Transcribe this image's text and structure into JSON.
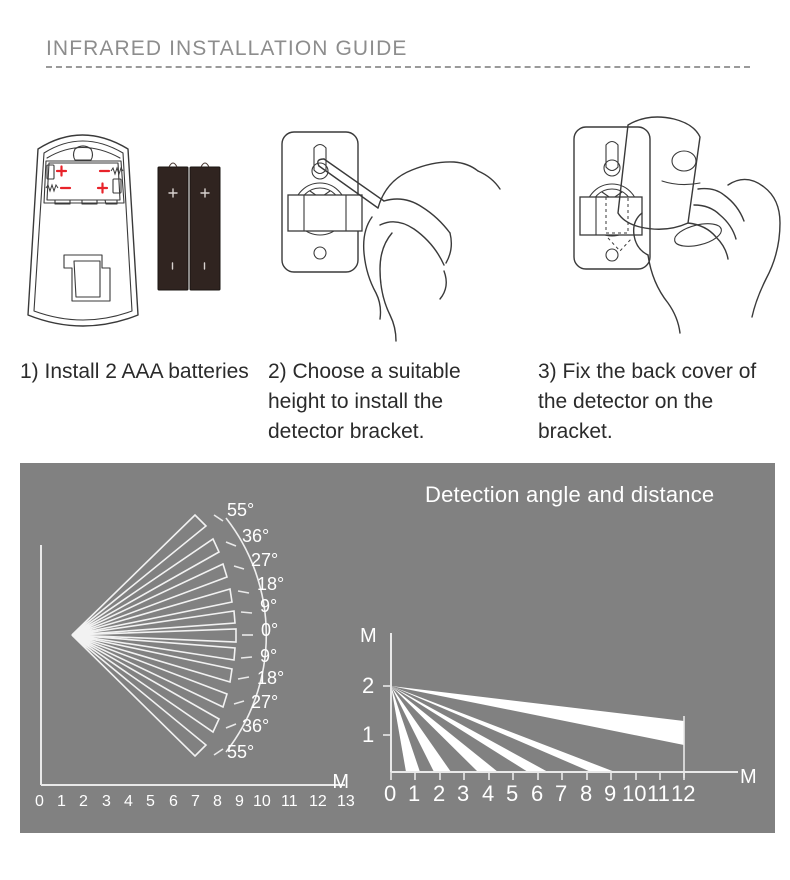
{
  "header": {
    "title": "INFRARED INSTALLATION GUIDE",
    "rule_style": "dashed"
  },
  "steps": [
    {
      "id": "install-batteries",
      "caption": "1) Install 2 AAA batteries",
      "illustration": "detector-back-cover-with-batteries",
      "markings": {
        "plus": "+",
        "minus": "−",
        "battery_count": "2",
        "battery_type": "AAA"
      }
    },
    {
      "id": "install-bracket",
      "caption": "2) Choose a suitable height to install the detector bracket.",
      "illustration": "hand-with-screwdriver-mounting-bracket"
    },
    {
      "id": "fix-back-cover",
      "caption": "3) Fix the back cover of the detector on the bracket.",
      "illustration": "hand-fixing-detector-onto-bracket"
    }
  ],
  "detection": {
    "panel_color": "#818181",
    "title": "Detection angle and distance",
    "axis_unit": "M"
  },
  "chart_data": [
    {
      "type": "area",
      "name": "top-view-detection-fan",
      "title": "",
      "xlabel": "M",
      "ylabel": "",
      "xlim": [
        0,
        13
      ],
      "xticks": [
        "0",
        "1",
        "2",
        "3",
        "4",
        "5",
        "6",
        "7",
        "8",
        "9",
        "10",
        "11",
        "12",
        "13"
      ],
      "grid": false,
      "legend": "none",
      "apex_x": 2,
      "beam_count": 11,
      "angle_labels_top": [
        "55°",
        "36°",
        "27°",
        "18°",
        "9°",
        "0°"
      ],
      "angle_labels_bottom": [
        "9°",
        "18°",
        "27°",
        "36°",
        "55°"
      ],
      "angles_deg": [
        55,
        36,
        27,
        18,
        9,
        0,
        -9,
        -18,
        -27,
        -36,
        -55
      ],
      "beam_reach_m": [
        10,
        11,
        11.5,
        11.8,
        12,
        12,
        12,
        11.8,
        11.5,
        11,
        10
      ]
    },
    {
      "type": "area",
      "name": "side-view-detection-range",
      "title": "",
      "xlabel": "M",
      "ylabel": "M",
      "xlim": [
        0,
        12
      ],
      "ylim": [
        0,
        2.4
      ],
      "xticks": [
        "0",
        "1",
        "2",
        "3",
        "4",
        "5",
        "6",
        "7",
        "8",
        "9",
        "10",
        "11",
        "12"
      ],
      "yticks": [
        "1",
        "2"
      ],
      "grid": false,
      "legend": "none",
      "mount_height_m": 2,
      "beam_count": 6,
      "beam_reach_m": [
        1.2,
        2.2,
        4.0,
        5.4,
        7.7,
        10.0
      ],
      "beam_far_reach_m": 12
    }
  ]
}
